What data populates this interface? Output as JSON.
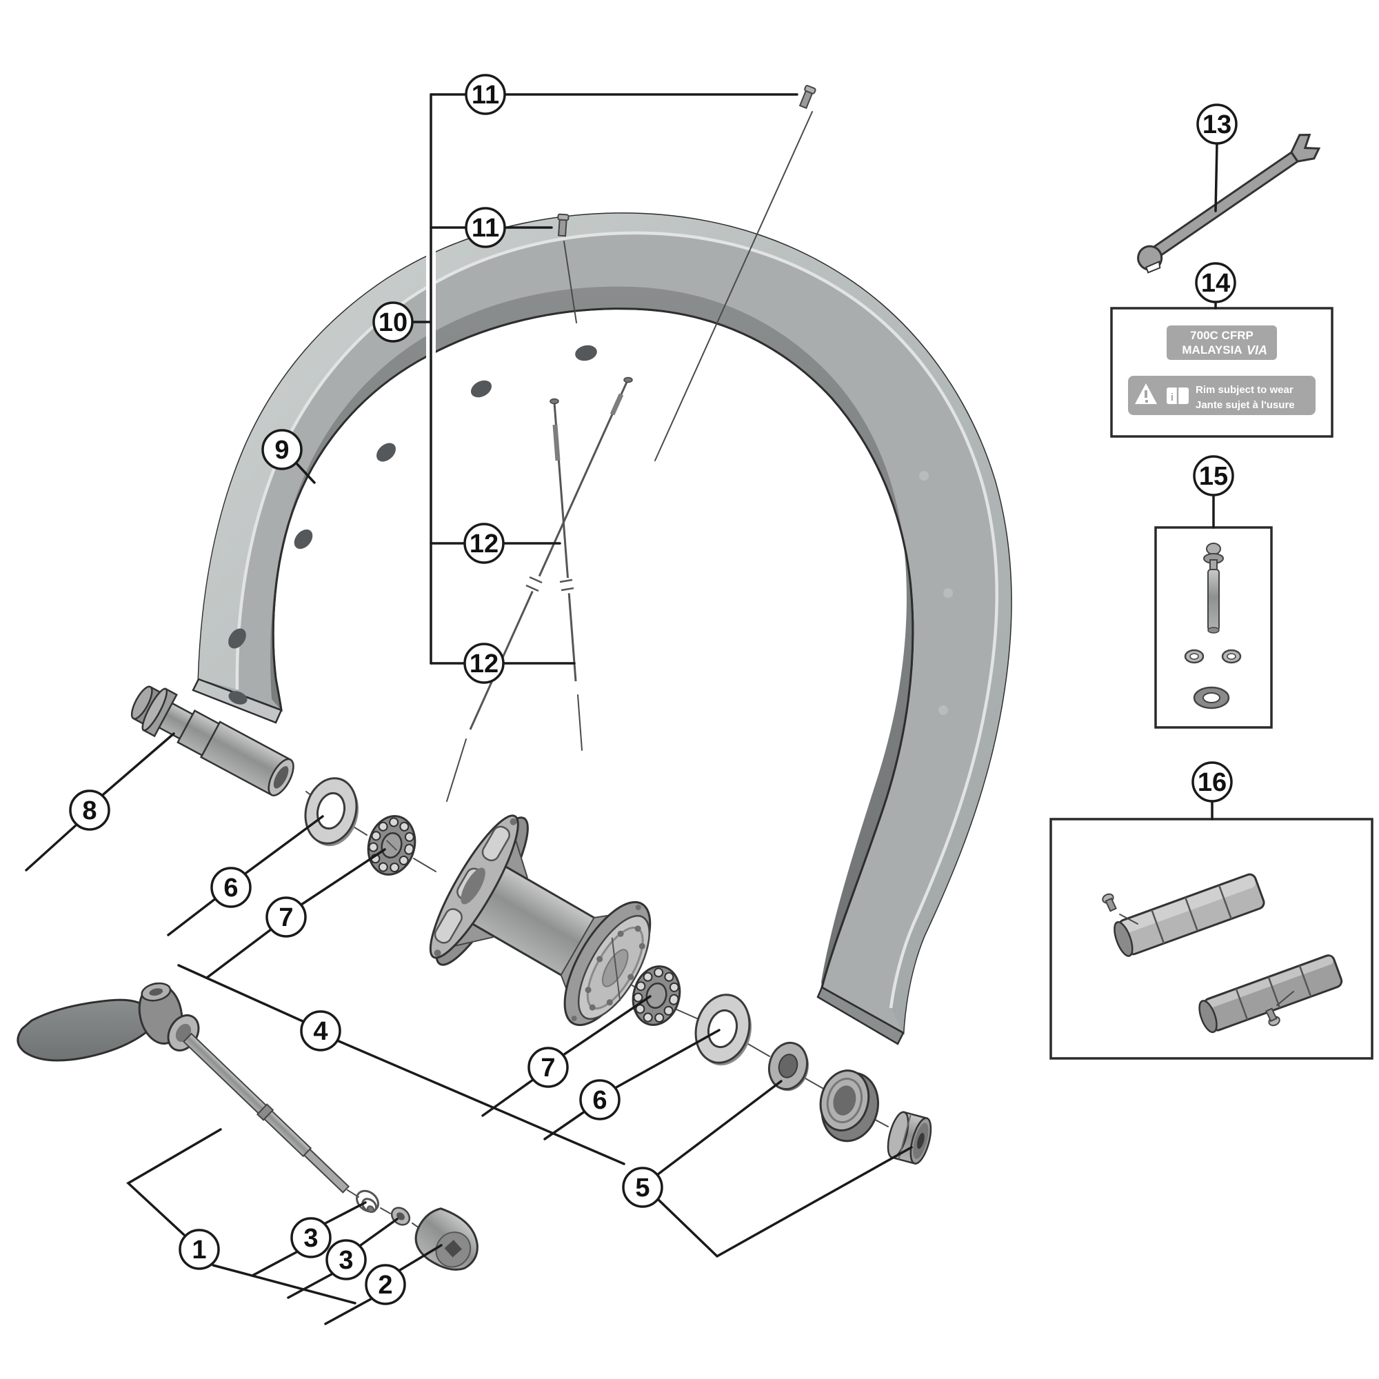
{
  "callouts": {
    "c1": "1",
    "c2": "2",
    "c3a": "3",
    "c3b": "3",
    "c4": "4",
    "c5": "5",
    "c6a": "6",
    "c6b": "6",
    "c7a": "7",
    "c7b": "7",
    "c8": "8",
    "c9": "9",
    "c10": "10",
    "c11a": "11",
    "c11b": "11",
    "c12a": "12",
    "c12b": "12",
    "c13": "13",
    "c14": "14",
    "c15": "15",
    "c16": "16"
  },
  "rim_label": {
    "line1": "700C CFRP",
    "line2": "MALAYSIA",
    "via": "VIA"
  },
  "wear_label": {
    "line1": "Rim subject to wear",
    "line2": "Jante sujet à l'usure",
    "icon_text": "i"
  },
  "colors": {
    "background": "#ffffff",
    "ink": "#1a1a1a",
    "metal_light": "#c9cecd",
    "metal_mid": "#9aa0a0",
    "metal_dark": "#7b7f7f",
    "label_bg": "#a6a6a6",
    "label_text": "#ffffff"
  }
}
